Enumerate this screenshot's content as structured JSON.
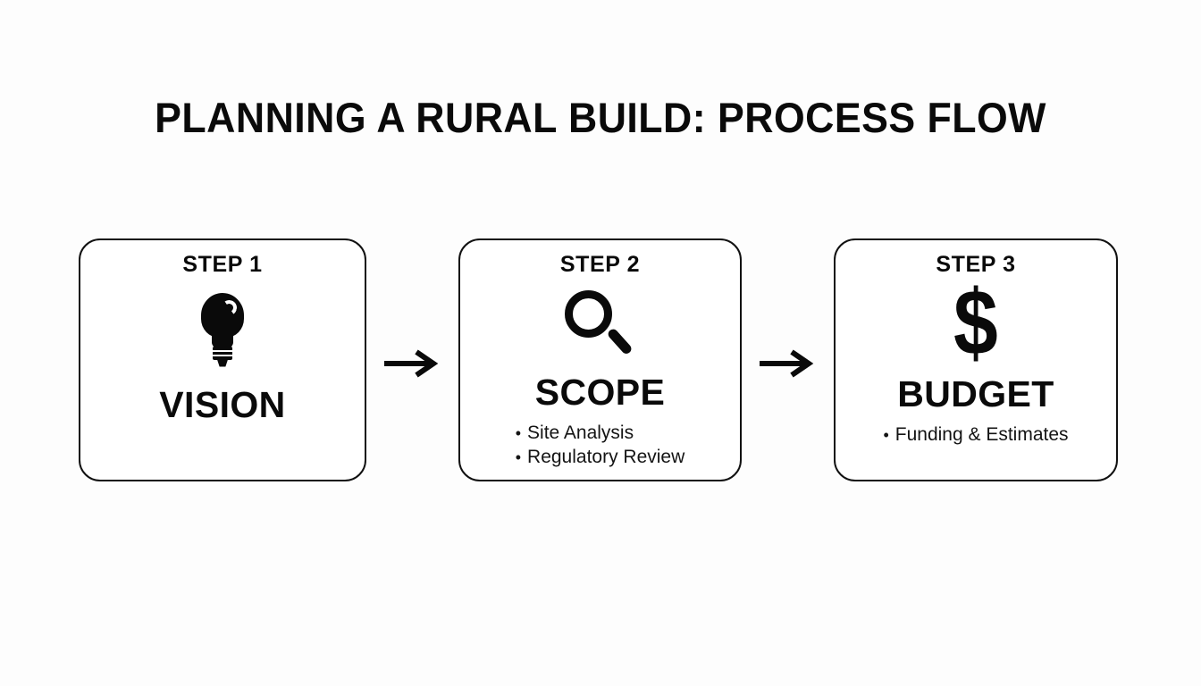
{
  "page": {
    "title": "PLANNING A RURAL BUILD: PROCESS FLOW",
    "background_color": "#fdfdfd",
    "ink_color": "#0a0a0a"
  },
  "flow": {
    "connector_1": "arrow-right",
    "connector_2": "arrow-right",
    "steps": [
      {
        "step_label": "STEP 1",
        "icon": "lightbulb-icon",
        "heading": "VISION",
        "bullets": []
      },
      {
        "step_label": "STEP 2",
        "icon": "magnifying-glass-icon",
        "heading": "SCOPE",
        "bullets": [
          {
            "marker": "•",
            "text": "Site Analysis"
          },
          {
            "marker": "•",
            "text": "Regulatory Review"
          }
        ]
      },
      {
        "step_label": "STEP 3",
        "icon": "dollar-sign-icon",
        "heading": "BUDGET",
        "glyph": "$",
        "bullets": [
          {
            "marker": "•",
            "text": "Funding & Estimates"
          }
        ]
      }
    ]
  }
}
